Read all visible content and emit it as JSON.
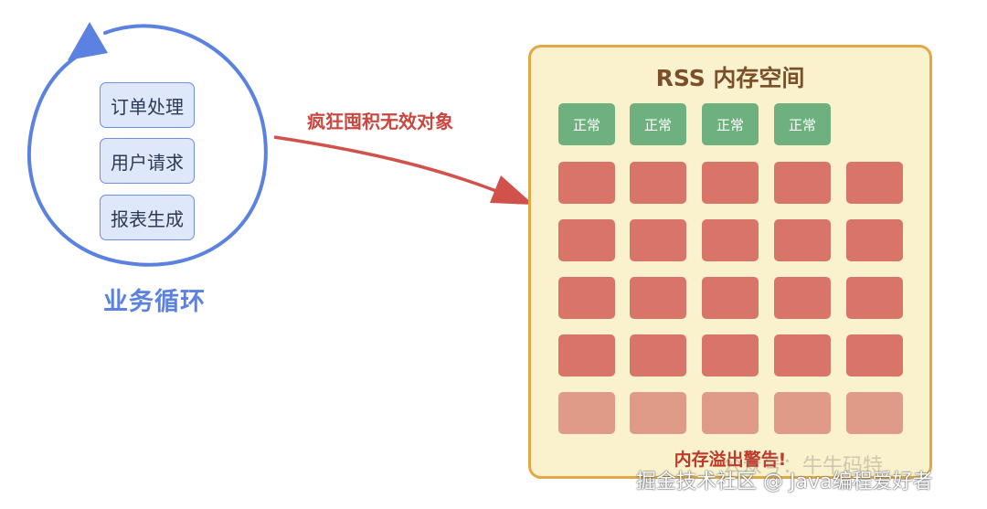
{
  "loop": {
    "label": "业务循环",
    "tasks": [
      "订单处理",
      "用户请求",
      "报表生成"
    ]
  },
  "arrow": {
    "label": "疯狂囤积无效对象"
  },
  "rss": {
    "title": "RSS 内存空间",
    "normal_label": "正常",
    "normal_count": 4,
    "grid_columns": 5,
    "red_rows": 4,
    "faded_rows": 1,
    "warning": "内存溢出警告!"
  },
  "watermark": {
    "line1": "公众号：牛牛码特",
    "line2": "掘金技术社区 @ Java编程爱好者"
  },
  "colors": {
    "loop_blue": "#5b82e0",
    "arrow_red": "#d0524a",
    "normal_green": "#6fb07f",
    "garbage_red": "#d97468",
    "box_border": "#e0a846"
  }
}
